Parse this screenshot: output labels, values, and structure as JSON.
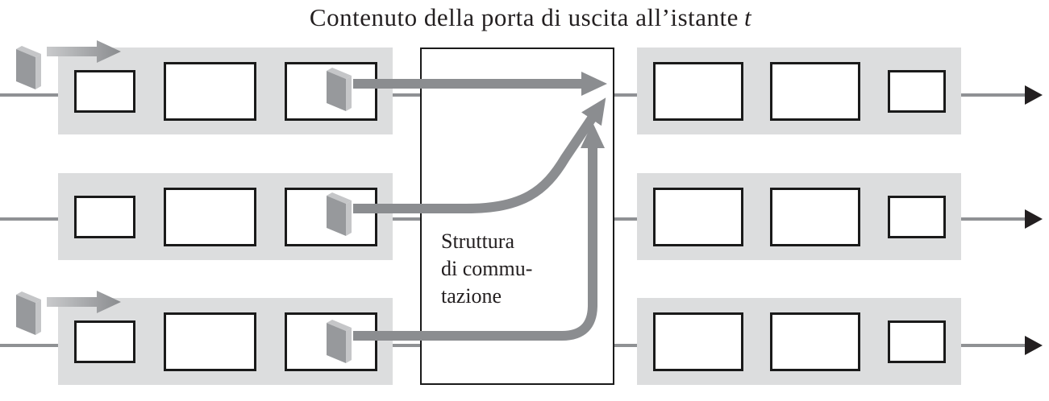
{
  "title": {
    "text": "Contenuto della porta di uscita all’istante",
    "variable": "t"
  },
  "switch_fabric": {
    "label_line1": "Struttura",
    "label_line2": "di commu-",
    "label_line3": "tazione"
  },
  "colors": {
    "queue_bg": "#dcddde",
    "arrow_gray": "#8b8d90",
    "wire_gray": "#8f9194",
    "packet_front": "#97999c",
    "packet_side": "#c5c6c8",
    "box_border": "#1a1a1a",
    "text": "#231f20",
    "exit_arrowhead": "#231f20"
  },
  "input_ports": [
    {
      "name": "input-port-1",
      "queue_slots": 3,
      "arriving_packet": true,
      "packet_in_slot": 3,
      "arrow_to": "output-port-1"
    },
    {
      "name": "input-port-2",
      "queue_slots": 3,
      "arriving_packet": false,
      "packet_in_slot": 3,
      "arrow_to": "output-port-1"
    },
    {
      "name": "input-port-3",
      "queue_slots": 3,
      "arriving_packet": true,
      "packet_in_slot": 3,
      "arrow_to": "output-port-1"
    }
  ],
  "output_ports": [
    {
      "name": "output-port-1",
      "queue_slots": 3,
      "packets_queued": 0
    },
    {
      "name": "output-port-2",
      "queue_slots": 3,
      "packets_queued": 0
    },
    {
      "name": "output-port-3",
      "queue_slots": 3,
      "packets_queued": 0
    }
  ],
  "icons": {
    "packet_icon": "3d-slab",
    "arrow_icon": "right-arrow",
    "exit_arrow_icon": "black-triangle-right"
  }
}
